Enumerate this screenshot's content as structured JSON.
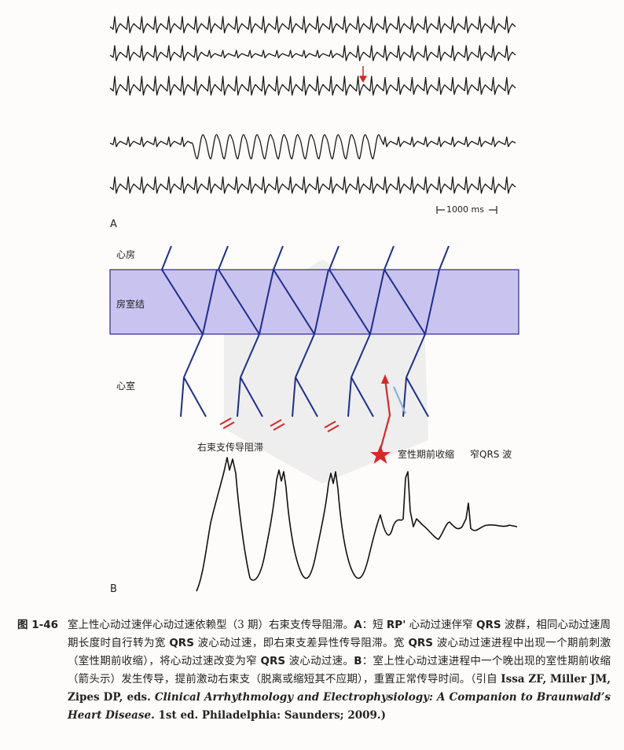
{
  "panels": {
    "a_label": "A",
    "b_label": "B"
  },
  "scale_bar": {
    "label": "1000 ms"
  },
  "ladder": {
    "atrium_label": "心房",
    "av_node_label": "房室结",
    "ventricle_label": "心室",
    "rbb_block_label": "右束支传导阻滞",
    "pvc_label": "室性期前收缩",
    "narrow_qrs_label": "窄QRS 波"
  },
  "colors": {
    "av_band": "#c9c3f0",
    "conduction": "#1f2f8a",
    "red": "#d42a2a",
    "light_blue": "#8fb0d8"
  },
  "caption": {
    "figure_number": "图 1-46",
    "text_1": "室上性心动过速伴心动过速依赖型（3 期）右束支传导阻滞。",
    "a_bold": "A",
    "text_2": "：短 ",
    "rp_bold": "RP'",
    "text_3": " 心动过速伴窄 ",
    "qrs1": "QRS",
    "text_4": " 波群，相同心动过速周期长度时自行转为宽 ",
    "qrs2": "QRS",
    "text_5": " 波心动过速，即右束支差异性传导阻滞。宽 ",
    "qrs3": "QRS",
    "text_6": " 波心动过速进程中出现一个期前刺激（室性期前收缩），将心动过速改变为窄 ",
    "qrs4": "QRS",
    "text_7": " 波心动过速。",
    "b_bold": "B",
    "text_8": "：室上性心动过速进程中一个晚出现的室性期前收缩（箭头示）发生传导，提前激动右束支（脱离或缩短其不应期），重置正常传导时间。（引自 ",
    "cite_authors": "Issa ZF, Miller JM, Zipes DP, eds. ",
    "cite_title": "Clinical Arrhythmology and Electrophysiology: A Companion to Braunwald’s Heart Disease.",
    "cite_tail": " 1st ed. Philadelphia: Saunders; 2009.)"
  }
}
